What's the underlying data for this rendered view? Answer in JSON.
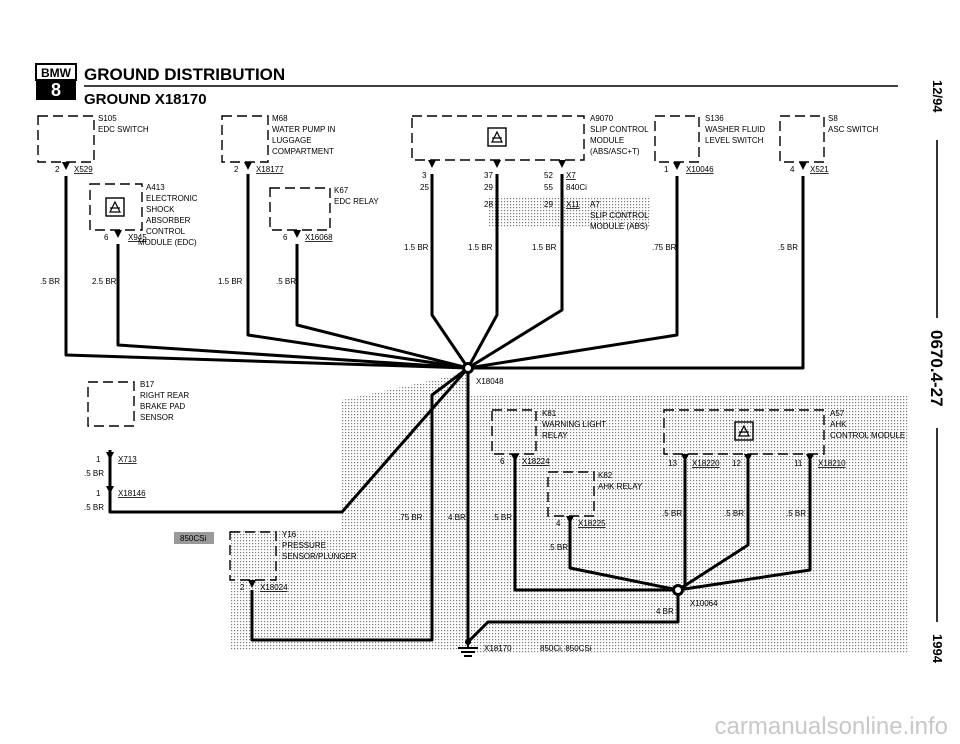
{
  "page": {
    "brand": "BMW",
    "series_glyph": "8",
    "title": "GROUND DISTRIBUTION",
    "subtitle": "GROUND X18170",
    "side_date": "12/94",
    "side_page": "0670.4-27",
    "side_year": "1994",
    "watermark": "carmanualsonline.info"
  },
  "components": {
    "s105": {
      "id": "S105",
      "desc": [
        "EDC SWITCH"
      ],
      "pin": "2",
      "conn": "X529",
      "wire": ".5 BR"
    },
    "a413": {
      "id": "A413",
      "desc": [
        "ELECTRONIC",
        "SHOCK",
        "ABSORBER",
        "CONTROL",
        "MODULE (EDC)"
      ],
      "pin": "6",
      "conn": "X945",
      "wire": "2.5 BR"
    },
    "m68": {
      "id": "M68",
      "desc": [
        "WATER PUMP IN",
        "LUGGAGE",
        "COMPARTMENT"
      ],
      "pin": "2",
      "conn": "X18177",
      "wire": "1.5 BR"
    },
    "k67": {
      "id": "K67",
      "desc": [
        "EDC RELAY"
      ],
      "pin": "6",
      "conn": "X16068",
      "wire": ".5 BR"
    },
    "a9070": {
      "id": "A9070",
      "desc": [
        "SLIP CONTROL",
        "MODULE",
        "(ABS/ASC+T)"
      ],
      "pin1": "3",
      "pin1b": "25",
      "pin2": "37",
      "pin2b": "29",
      "pin3": "52",
      "pin3b": "55",
      "conn": "X7",
      "note": "840Ci",
      "wires": [
        "1.5 BR",
        "1.5 BR",
        "1.5 BR"
      ]
    },
    "a7": {
      "pin1": "28",
      "pin2": "29",
      "conn": "X11",
      "id": "A7",
      "desc": [
        "SLIP CONTROL",
        "MODULE (ABS)"
      ]
    },
    "s136": {
      "id": "S136",
      "desc": [
        "WASHER FLUID",
        "LEVEL SWITCH"
      ],
      "pin": "1",
      "conn": "X10046",
      "wire": ".75 BR"
    },
    "s8": {
      "id": "S8",
      "desc": [
        "ASC SWITCH"
      ],
      "pin": "4",
      "conn": "X521",
      "wire": ".5 BR"
    },
    "b17": {
      "id": "B17",
      "desc": [
        "RIGHT REAR",
        "BRAKE PAD",
        "SENSOR"
      ],
      "pin": "1",
      "conn": "X713",
      "wire": ".5 BR",
      "pin2": "1",
      "conn2": "X18146",
      "wire2": ".5 BR"
    },
    "y16": {
      "id": "Y16",
      "desc": [
        "PRESSURE",
        "SENSOR/PLUNGER"
      ],
      "pin": "2",
      "conn": "X18024",
      "wire": ".75 BR",
      "note": "850CSi"
    },
    "k81": {
      "id": "K81",
      "desc": [
        "WARNING LIGHT",
        "RELAY"
      ],
      "pin": "6",
      "conn": "X18224",
      "wire": ".5 BR"
    },
    "k82": {
      "id": "K82",
      "desc": [
        "AHK RELAY"
      ],
      "pin": "4",
      "conn": "X18225",
      "wire": ".5 BR"
    },
    "a57": {
      "id": "A57",
      "desc": [
        "AHK",
        "CONTROL MODULE"
      ],
      "pin1": "13",
      "conn1": "X18220",
      "pin2": "12",
      "pin3": "11",
      "conn3": "X18210",
      "wires": [
        ".5 BR",
        ".5 BR",
        ".5 BR"
      ]
    }
  },
  "splices": {
    "main": "X18048",
    "sub": "X10064",
    "sub_wire": "4 BR",
    "main_wire": "4 BR",
    "ground": "X18170",
    "ground_note": "850Ci, 850CSi"
  }
}
